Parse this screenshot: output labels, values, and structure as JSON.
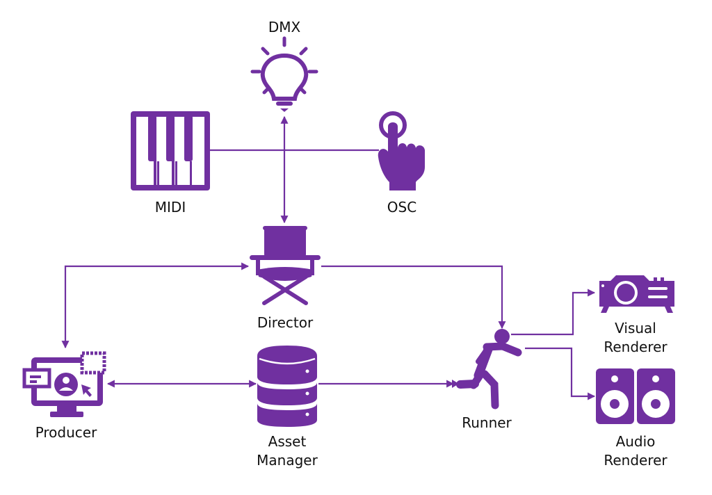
{
  "diagram": {
    "accent_color": "#7030a0",
    "nodes": {
      "dmx": {
        "label": "DMX",
        "icon": "lightbulb-icon"
      },
      "midi": {
        "label": "MIDI",
        "icon": "piano-keys-icon"
      },
      "osc": {
        "label": "OSC",
        "icon": "touch-finger-icon"
      },
      "director": {
        "label": "Director",
        "icon": "director-chair-icon"
      },
      "producer": {
        "label": "Producer",
        "icon": "monitor-user-icon"
      },
      "asset_manager": {
        "label": "Asset\nManager",
        "icon": "database-icon"
      },
      "runner": {
        "label": "Runner",
        "icon": "running-person-icon"
      },
      "visual_renderer": {
        "label": "Visual\nRenderer",
        "icon": "projector-icon"
      },
      "audio_renderer": {
        "label": "Audio\nRenderer",
        "icon": "speakers-icon"
      }
    },
    "edges": [
      {
        "from": "midi",
        "to": "osc",
        "type": "line"
      },
      {
        "from": "dmx",
        "to": "director",
        "type": "bidirectional"
      },
      {
        "from": "director",
        "to": "producer",
        "type": "bidirectional"
      },
      {
        "from": "director",
        "to": "runner",
        "type": "directed"
      },
      {
        "from": "producer",
        "to": "asset_manager",
        "type": "bidirectional"
      },
      {
        "from": "asset_manager",
        "to": "runner",
        "type": "directed"
      },
      {
        "from": "runner",
        "to": "visual_renderer",
        "type": "directed"
      },
      {
        "from": "runner",
        "to": "audio_renderer",
        "type": "directed"
      }
    ]
  }
}
